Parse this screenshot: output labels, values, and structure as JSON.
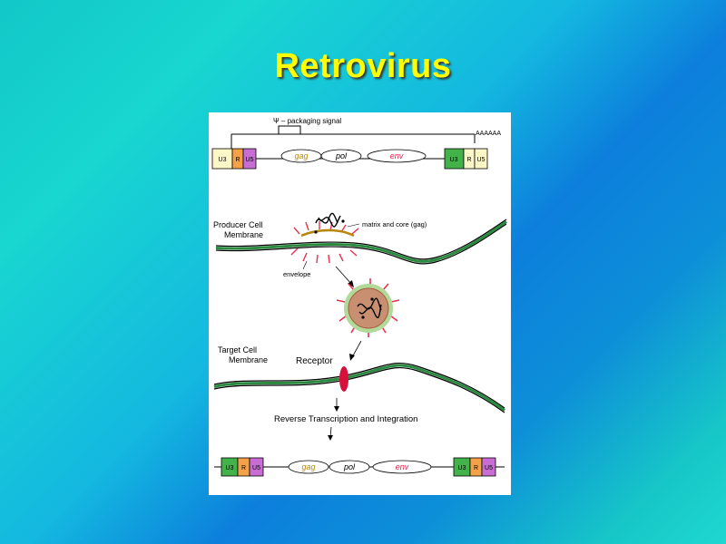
{
  "title": "Retrovirus",
  "diagram": {
    "packaging_signal": "Ψ – packaging signal",
    "polyA": "AAAAAA",
    "ltr": {
      "u3": "U3",
      "r": "R",
      "u5": "U5"
    },
    "genes": {
      "gag": "gag",
      "pol": "pol",
      "env": "env"
    },
    "producer_label_1": "Producer Cell",
    "producer_label_2": "Membrane",
    "matrix_label": "matrix and core (gag)",
    "envelope_label": "envelope",
    "target_label_1": "Target Cell",
    "target_label_2": "Membrane",
    "receptor_label": "Receptor",
    "process_label": "Reverse Transcription and Integration"
  },
  "colors": {
    "u3_top": "#fdf7c8",
    "u3_bottom": "#44b24a",
    "r": "#f5a14a",
    "u5": "#c86dd4",
    "gag_text": "#b8860b",
    "env_text": "#e0204a",
    "title": "#ffff00",
    "receptor": "#d8103c",
    "envelope_spike": "#e83050"
  }
}
